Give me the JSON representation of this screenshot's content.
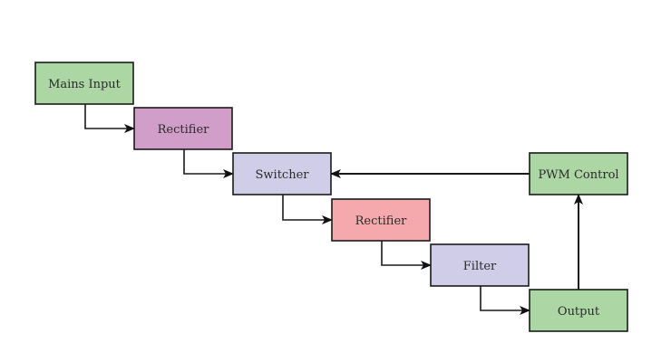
{
  "diagram": {
    "nodes": [
      {
        "id": "mains",
        "label": "Mains Input",
        "fill": "#acd7a4"
      },
      {
        "id": "rect1",
        "label": "Rectifier",
        "fill": "#d19dc9"
      },
      {
        "id": "switcher",
        "label": "Switcher",
        "fill": "#cfcde8"
      },
      {
        "id": "rect2",
        "label": "Rectifier",
        "fill": "#f5a9ad"
      },
      {
        "id": "filter",
        "label": "Filter",
        "fill": "#cfcde8"
      },
      {
        "id": "output",
        "label": "Output",
        "fill": "#acd7a4"
      },
      {
        "id": "pwm",
        "label": "PWM Control",
        "fill": "#acd7a4"
      }
    ],
    "edges": [
      {
        "from": "mains",
        "to": "rect1"
      },
      {
        "from": "rect1",
        "to": "switcher"
      },
      {
        "from": "switcher",
        "to": "rect2"
      },
      {
        "from": "rect2",
        "to": "filter"
      },
      {
        "from": "filter",
        "to": "output"
      },
      {
        "from": "output",
        "to": "pwm"
      },
      {
        "from": "pwm",
        "to": "switcher"
      }
    ],
    "stroke_color": "#1a1a1a"
  }
}
